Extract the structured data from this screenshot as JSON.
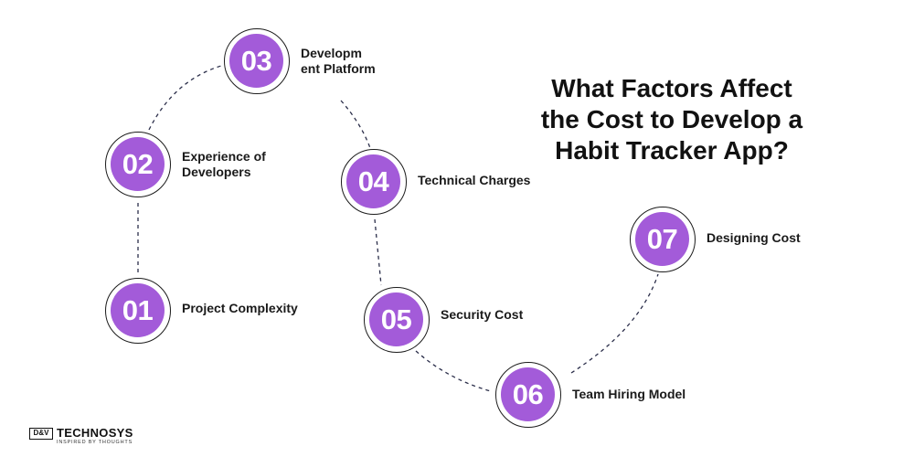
{
  "headline": {
    "line1": "What Factors Affect",
    "line2": "the Cost to Develop a",
    "line3": "Habit Tracker App?"
  },
  "steps": [
    {
      "number": "01",
      "label": "Project Complexity"
    },
    {
      "number": "02",
      "label_line1": "Experience of",
      "label_line2": "Developers"
    },
    {
      "number": "03",
      "label_line1": "Developm",
      "label_line2": "ent Platform"
    },
    {
      "number": "04",
      "label": "Technical Charges"
    },
    {
      "number": "05",
      "label": "Security Cost"
    },
    {
      "number": "06",
      "label": "Team Hiring Model"
    },
    {
      "number": "07",
      "label": "Designing Cost"
    }
  ],
  "brand": {
    "mark": "D&V",
    "name": "TECHNOSYS",
    "tagline": "INSPIRED BY THOUGHTS"
  },
  "colors": {
    "badge_fill": "#a35bd9",
    "badge_ring": "#1b1b1b",
    "connector": "#2b2e4a",
    "text": "#1a1a1a"
  }
}
